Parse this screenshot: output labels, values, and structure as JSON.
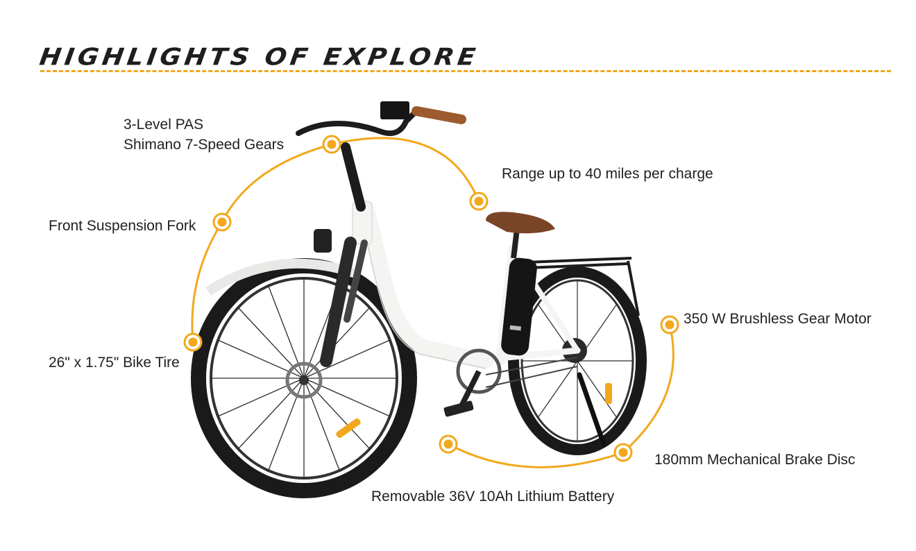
{
  "header": {
    "title": "HIGHLIGHTS OF EXPLORE"
  },
  "colors": {
    "accent": "#f2a81c",
    "frame": "#f4f4f2",
    "tire": "#1a1a1a",
    "saddle": "#7a4526",
    "text": "#1f1f1f"
  },
  "callouts": {
    "pas": "3-Level PAS",
    "gears": "Shimano 7-Speed Gears",
    "range": "Range up to 40 miles per charge",
    "fork": "Front Suspension Fork",
    "motor": "350 W Brushless Gear Motor",
    "tire": "26\" x 1.75\" Bike Tire",
    "brake": "180mm Mechanical Brake Disc",
    "battery": "Removable 36V 10Ah Lithium Battery"
  }
}
